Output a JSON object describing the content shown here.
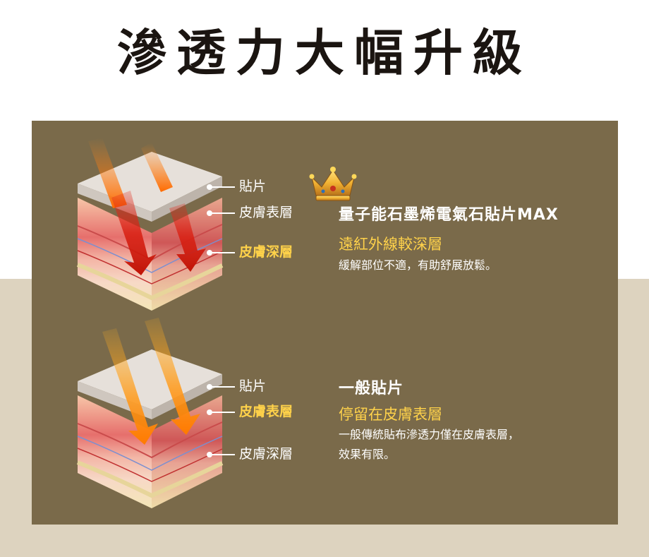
{
  "headline": "滲透力大幅升級",
  "colors": {
    "panel": "#7a6a4a",
    "highlight": "#ffd24a",
    "background_lower": "#ddd3bf"
  },
  "max_card": {
    "icon": "crown-icon",
    "title": "量子能石墨烯電氣石貼片MAX",
    "subtitle": "遠紅外線較深層",
    "description": "緩解部位不適，有助舒展放鬆。",
    "labels": [
      "貼片",
      "皮膚表層",
      "皮膚深層"
    ],
    "highlighted_label": "皮膚深層"
  },
  "normal_card": {
    "title": "一般貼片",
    "subtitle": "停留在皮膚表層",
    "description_line1": "一般傳統貼布滲透力僅在皮膚表層，",
    "description_line2": "效果有限。",
    "labels": [
      "貼片",
      "皮膚表層",
      "皮膚深層"
    ],
    "highlighted_label": "皮膚表層"
  }
}
